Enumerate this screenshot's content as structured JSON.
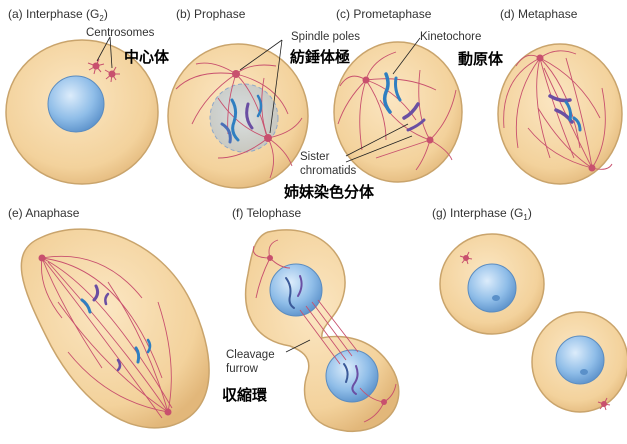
{
  "panels": {
    "a": {
      "title_main": "(a) Interphase (G",
      "title_sub": "2",
      "title_close": ")"
    },
    "b": {
      "title": "(b) Prophase"
    },
    "c": {
      "title": "(c) Prometaphase"
    },
    "d": {
      "title": "(d) Metaphase"
    },
    "e": {
      "title": "(e) Anaphase"
    },
    "f": {
      "title": "(f) Telophase"
    },
    "g": {
      "title_main": "(g) Interphase (G",
      "title_sub": "1",
      "title_close": ")"
    }
  },
  "labels": {
    "centrosomes": "Centrosomes",
    "spindle_poles": "Spindle poles",
    "kinetochore": "Kinetochore",
    "sister_chromatids_1": "Sister",
    "sister_chromatids_2": "chromatids",
    "cleavage_furrow_1": "Cleavage",
    "cleavage_furrow_2": "furrow"
  },
  "japanese": {
    "centrosome": "中心体",
    "spindle": "紡錘体極",
    "kinetochore": "動原体",
    "sister_chromatids": "姉妹染色分体",
    "contractile_ring": "収縮環"
  },
  "colors": {
    "cytoplasm": "#f5d9a8",
    "cell_outline": "#c9a46c",
    "nucleus": "#8ab8e6",
    "spindle": "#c8506e",
    "chromosome_blue": "#2f7fc1",
    "chromosome_purple": "#6a4fa3"
  }
}
